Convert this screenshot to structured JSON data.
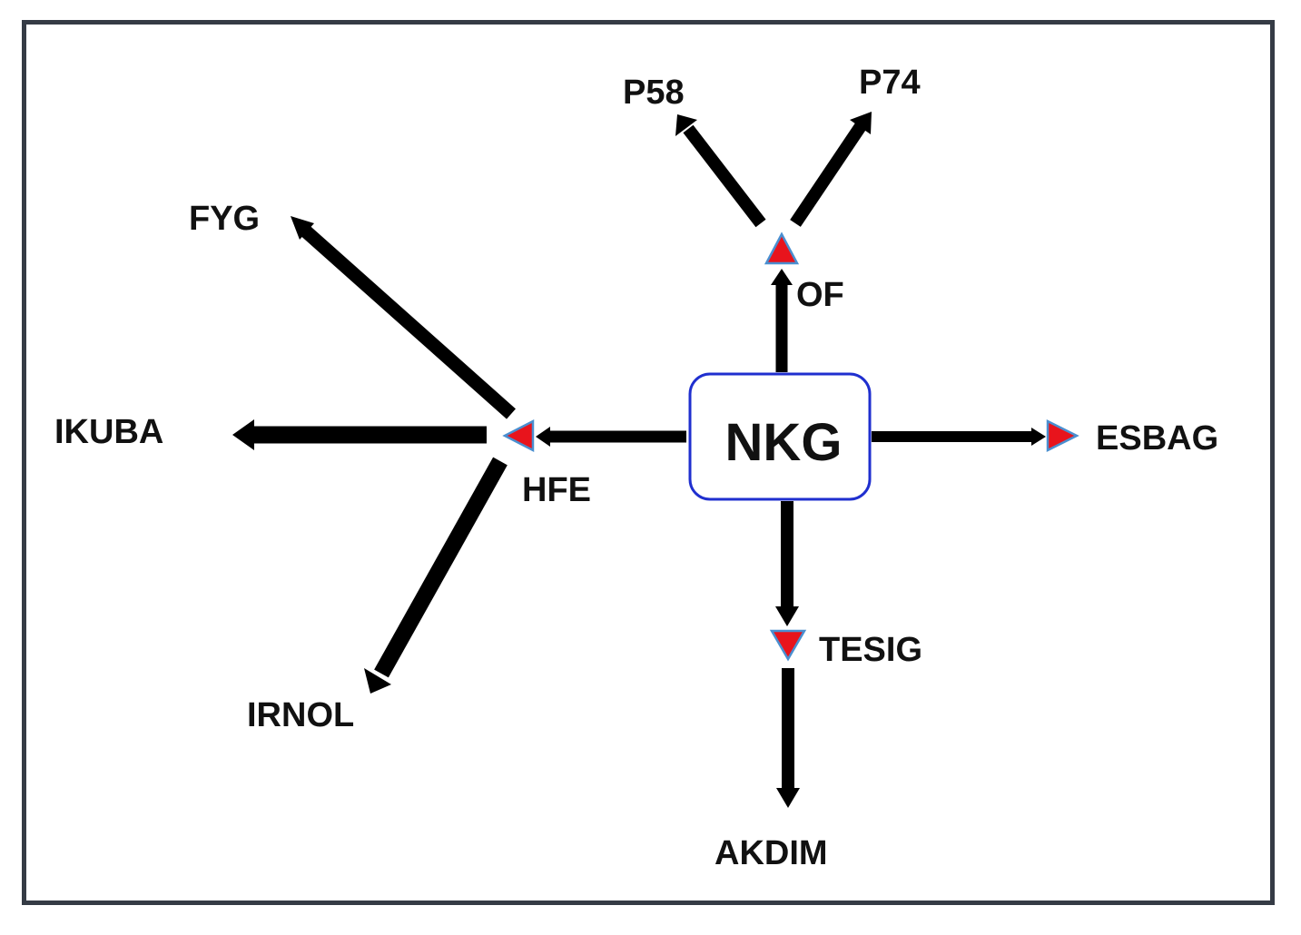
{
  "center_node": "NKG",
  "labels": {
    "of": "OF",
    "p58": "P58",
    "p74": "P74",
    "hfe": "HFE",
    "fyg": "FYG",
    "ikuba": "IKUBA",
    "irnol": "IRNOL",
    "esbag": "ESBAG",
    "tesig": "TESIG",
    "akdim": "AKDIM"
  },
  "colors": {
    "frame_border": "#353b45",
    "node_border": "#1f2fcf",
    "arrow": "#000000",
    "marker_fill": "#e8141c",
    "marker_outline": "#4a8fd0"
  }
}
